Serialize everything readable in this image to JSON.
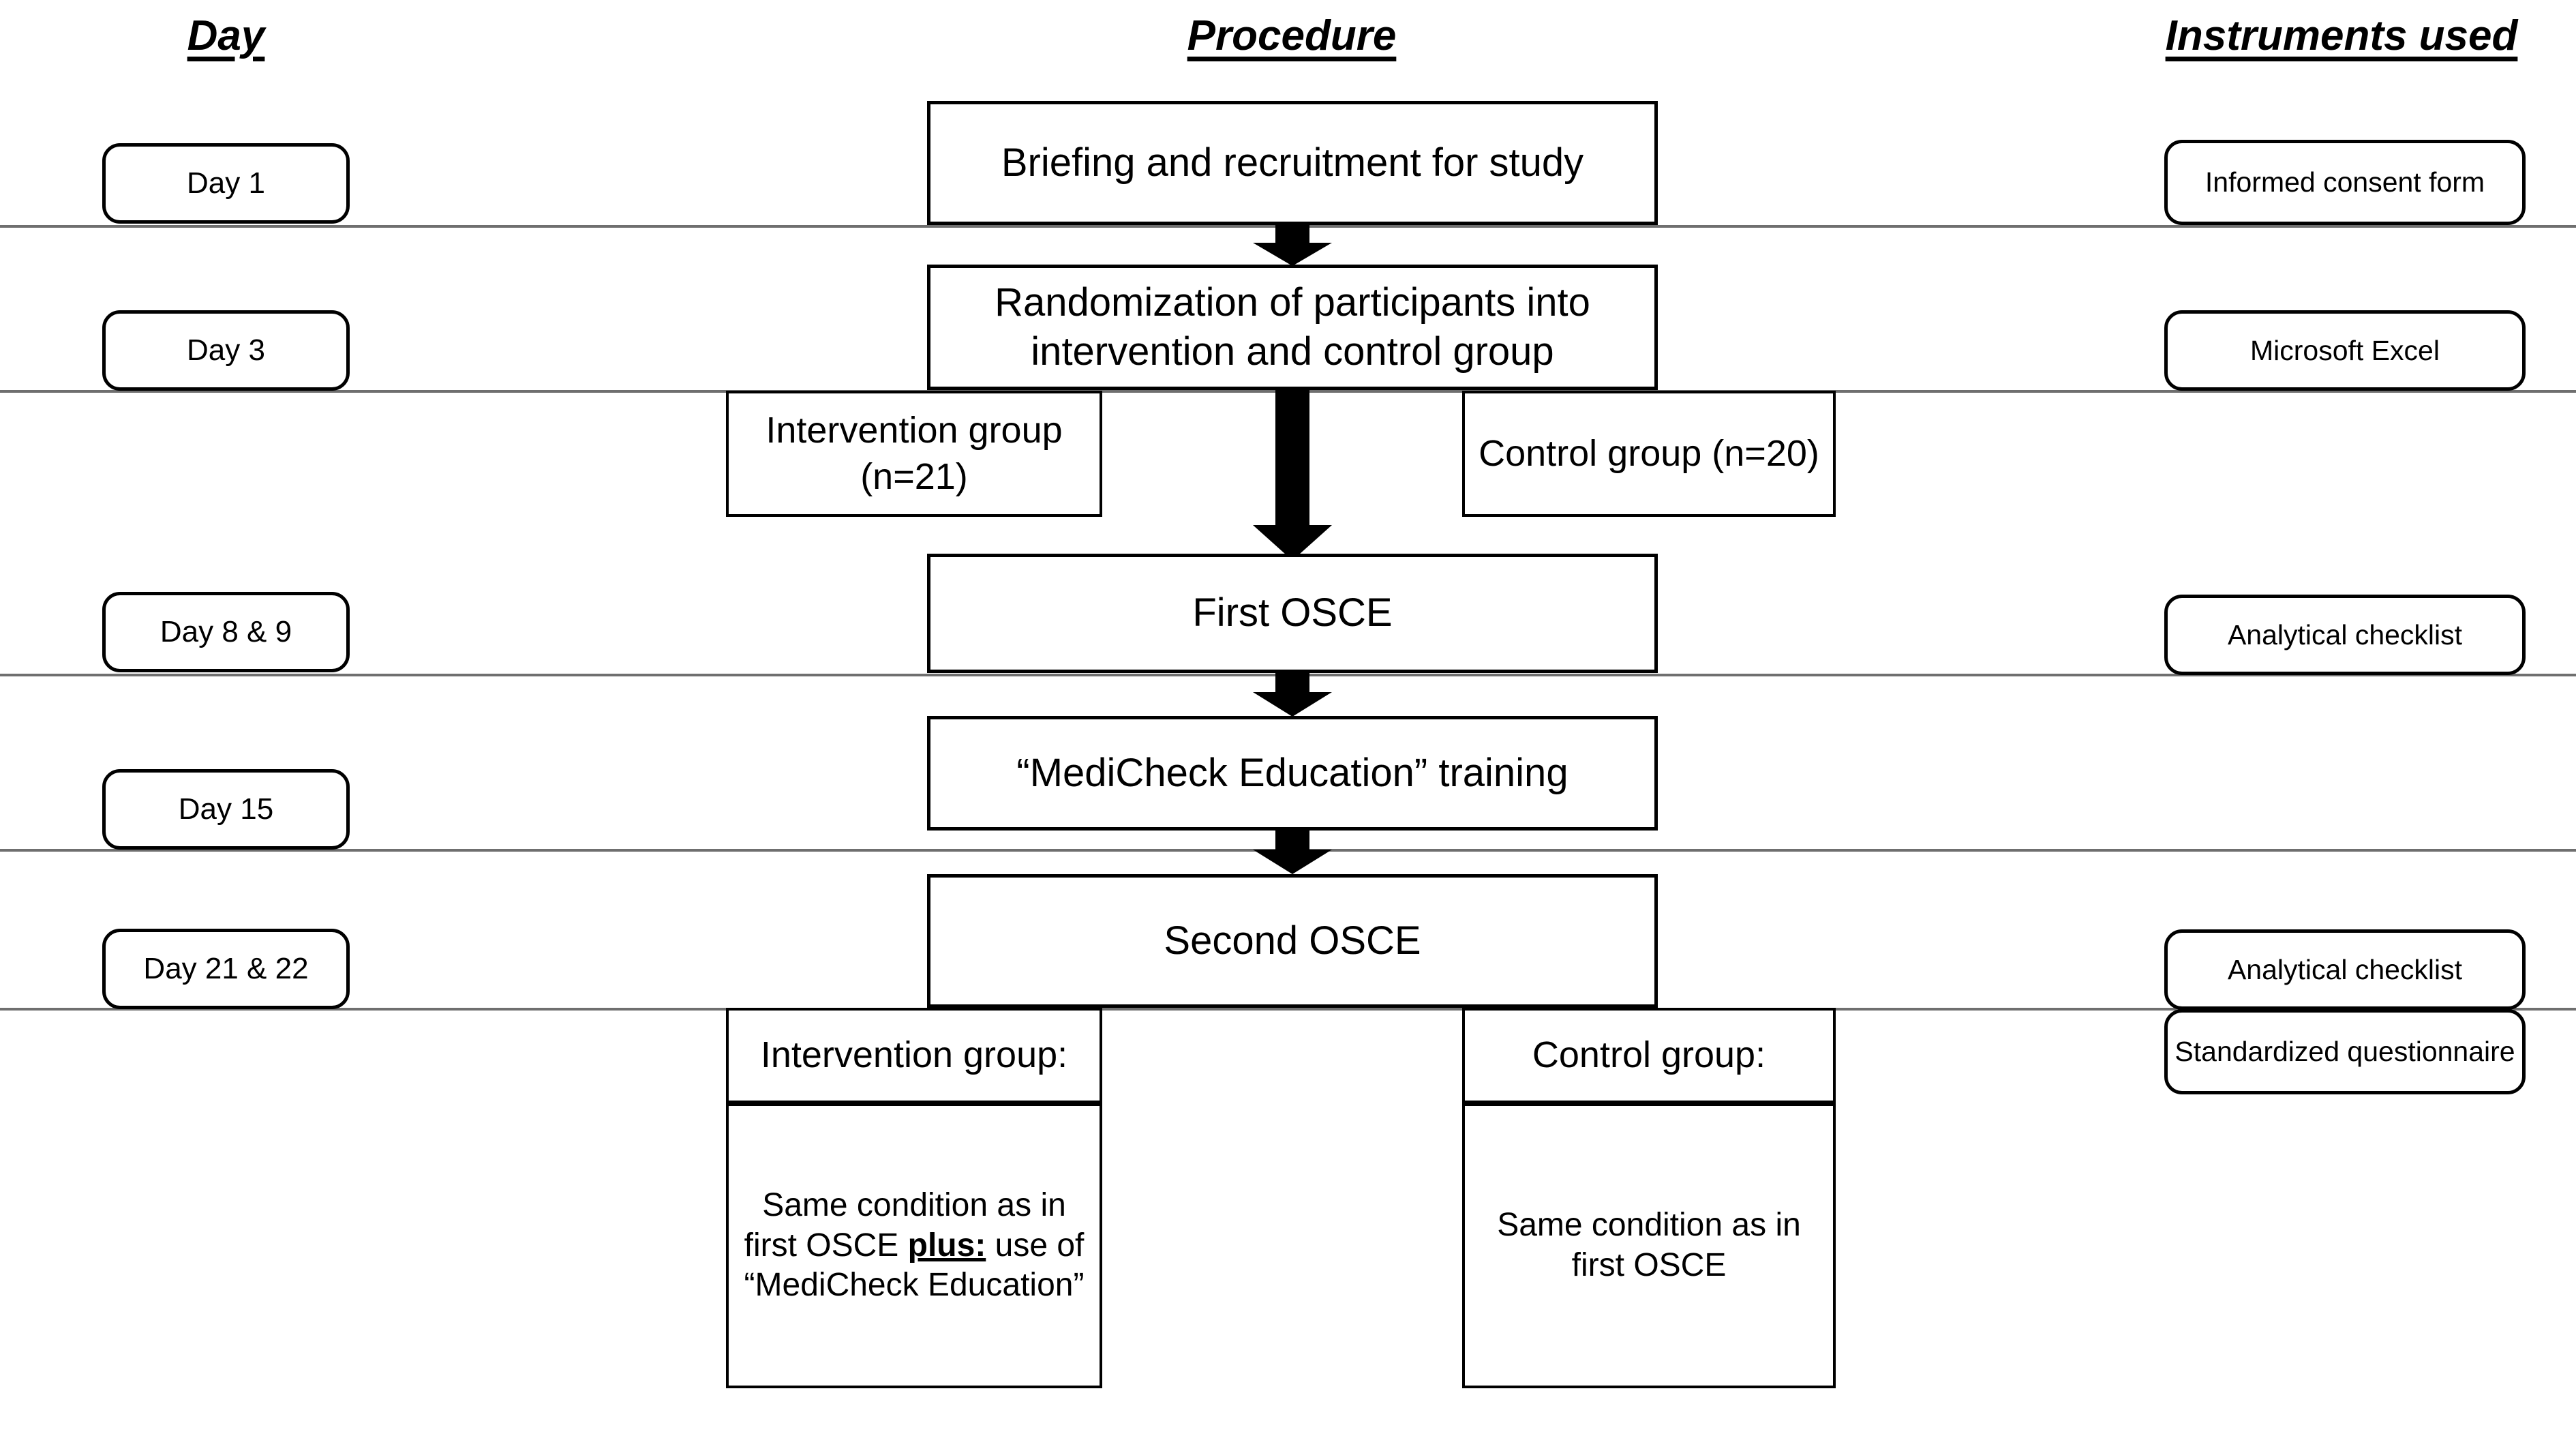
{
  "columns": {
    "day": "Day",
    "procedure": "Procedure",
    "instruments": "Instruments used"
  },
  "days": [
    {
      "label": "Day 1"
    },
    {
      "label": "Day 3"
    },
    {
      "label": "Day 8 & 9"
    },
    {
      "label": "Day 15"
    },
    {
      "label": "Day 21 & 22"
    }
  ],
  "procedure": {
    "briefing": "Briefing and recruitment for study",
    "randomization": "Randomization of participants  into intervention and control group",
    "first_osce": "First OSCE",
    "training": "“MediCheck Education” training",
    "second_osce": "Second OSCE",
    "groups_top": {
      "intervention": "Intervention group (n=21)",
      "control": "Control group (n=20)"
    },
    "groups_bottom": {
      "intervention_title": "Intervention group:",
      "intervention_body_pre": "Same condition as in first OSCE ",
      "intervention_body_emph": "plus:",
      "intervention_body_post": " use of “MediCheck Education”",
      "control_title": "Control group:",
      "control_body": "Same condition as in first OSCE"
    }
  },
  "instruments": [
    {
      "label": "Informed consent form"
    },
    {
      "label": "Microsoft Excel"
    },
    {
      "label": "Analytical checklist"
    },
    {
      "label": "Analytical checklist"
    },
    {
      "label": "Standardized questionnaire"
    }
  ],
  "colors": {
    "stroke": "#000000",
    "rule": "#6f6f6f",
    "background": "#ffffff"
  }
}
